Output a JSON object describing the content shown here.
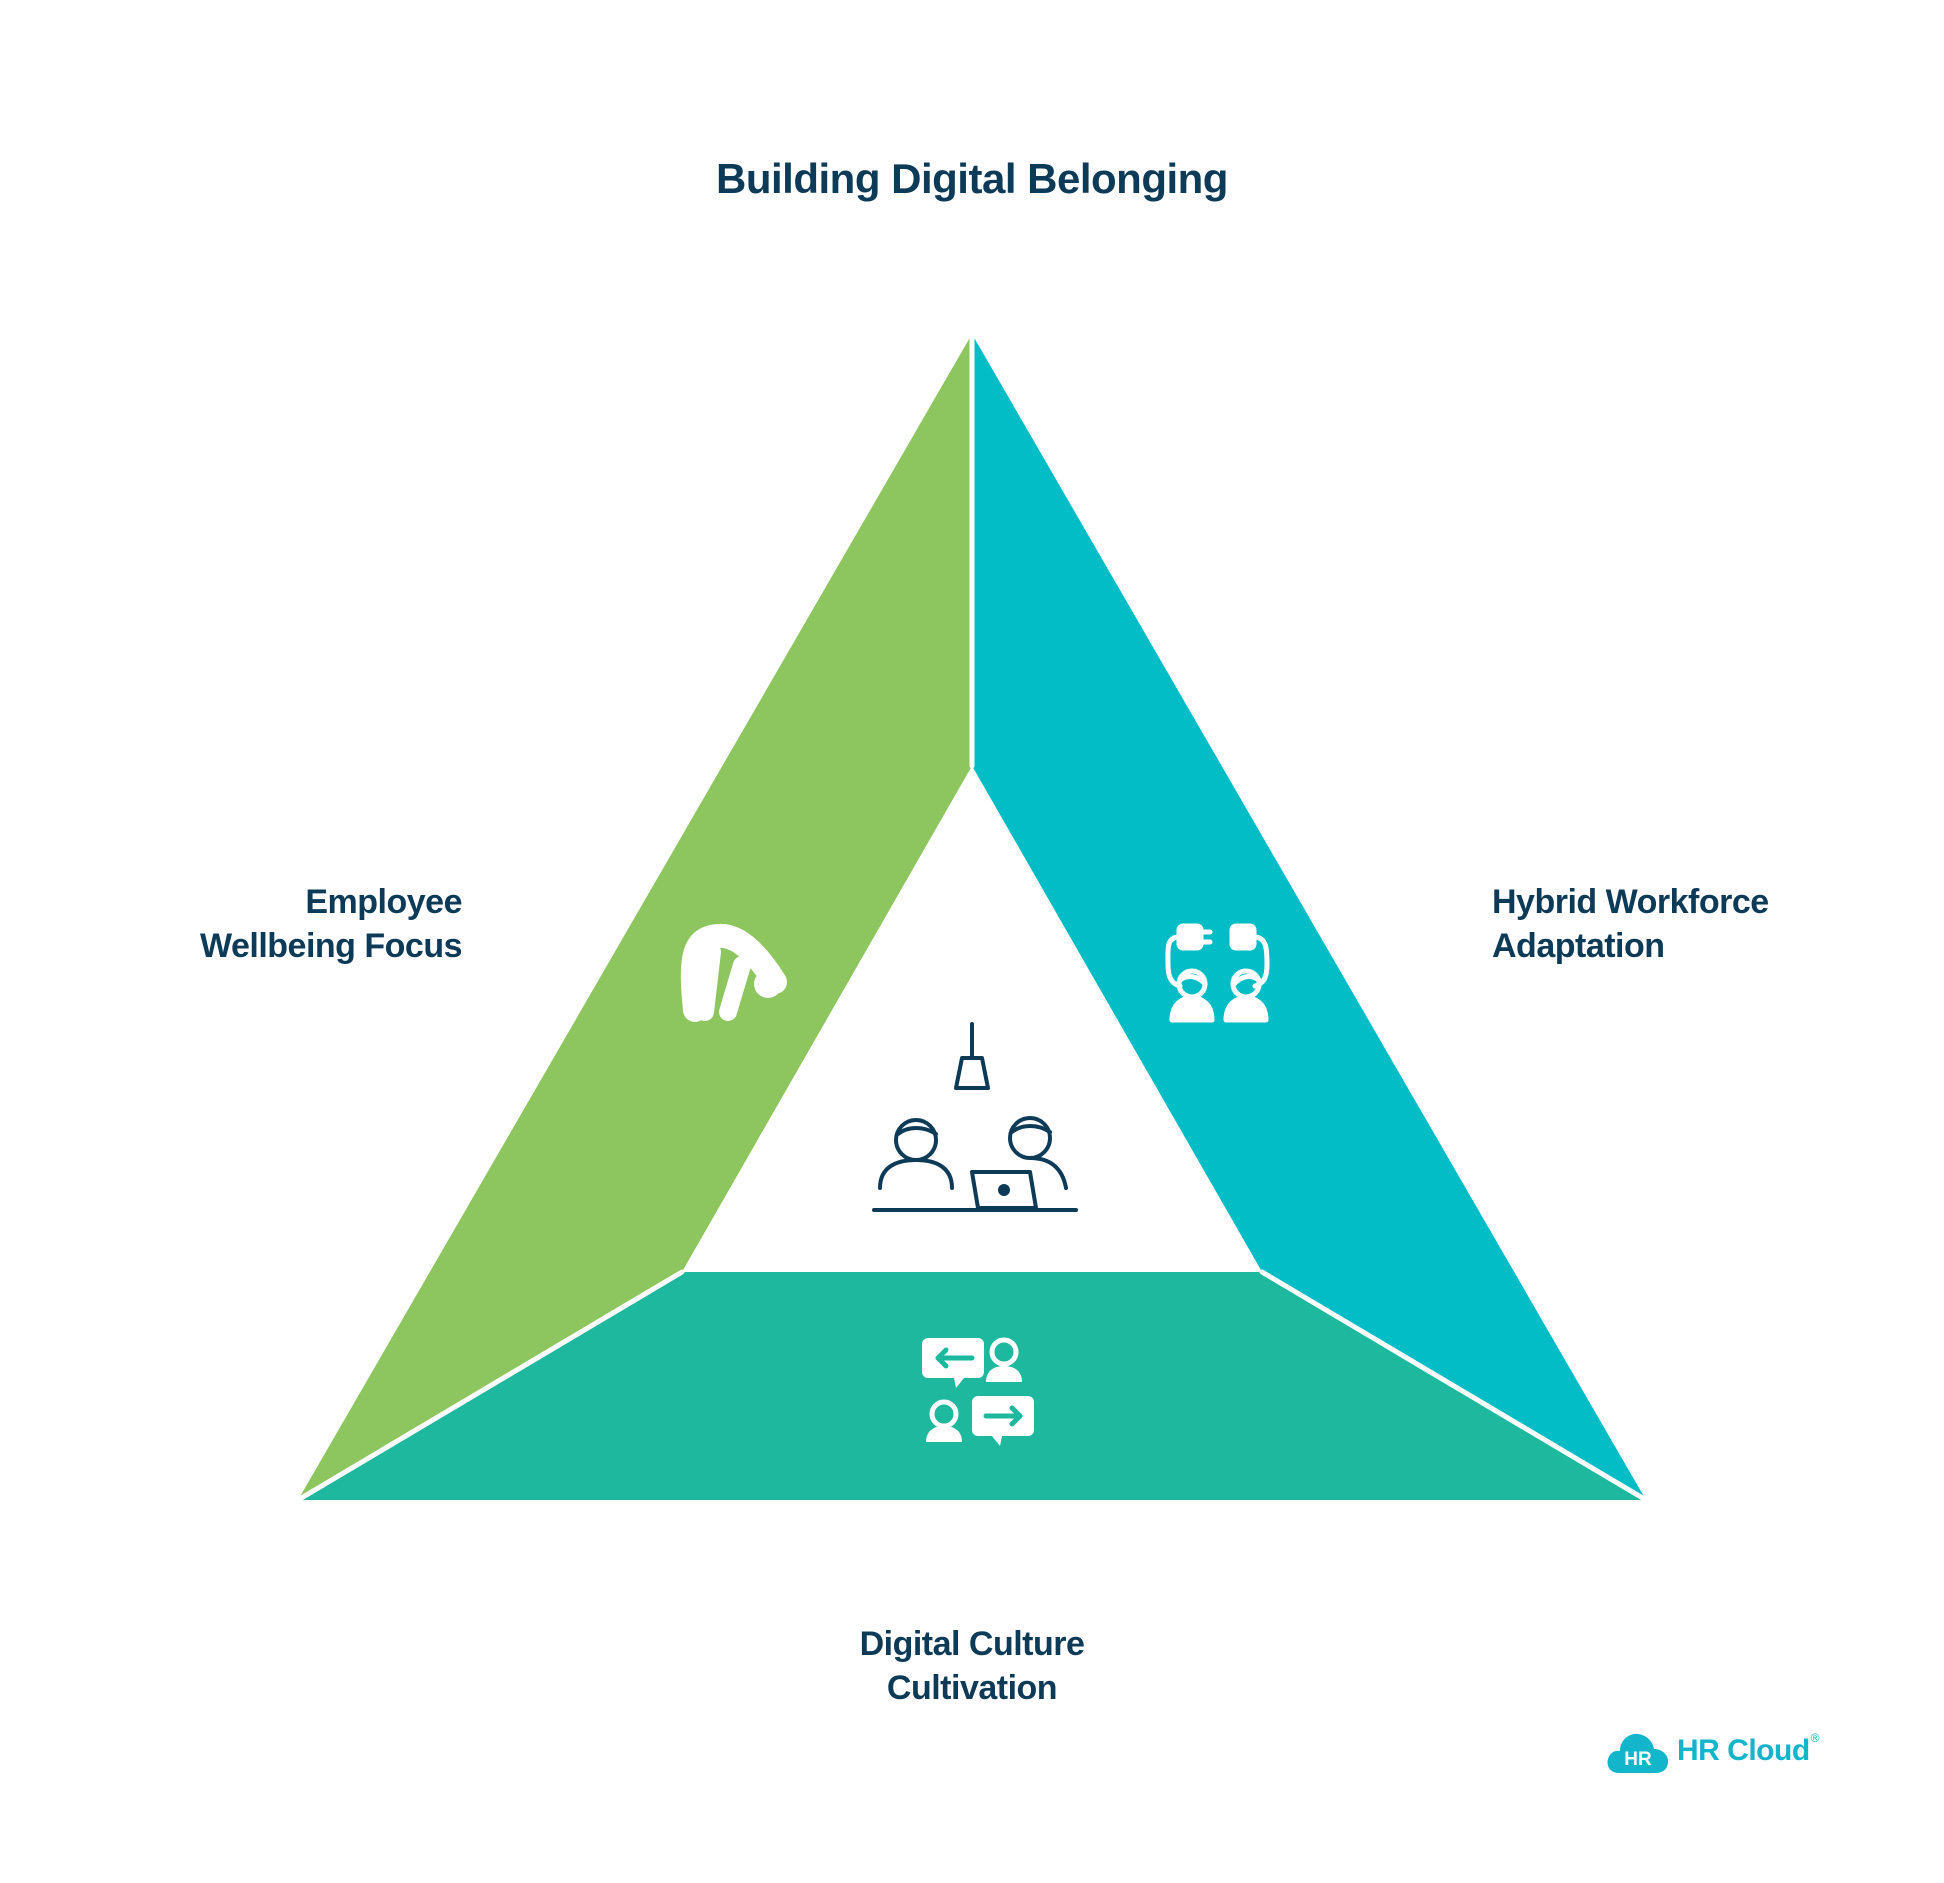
{
  "title": "Building Digital Belonging",
  "segments": [
    {
      "id": "left",
      "label_lines": [
        "Employee",
        "Wellbeing Focus"
      ],
      "color": "#8dc55e",
      "icon": "person-bending-icon"
    },
    {
      "id": "right",
      "label_lines": [
        "Hybrid Workforce",
        "Adaptation"
      ],
      "color": "#02bdc5",
      "icon": "connected-people-icon"
    },
    {
      "id": "bottom",
      "label_lines": [
        "Digital Culture",
        "Cultivation"
      ],
      "color": "#1db89e",
      "icon": "chat-exchange-icon"
    }
  ],
  "center_icon": "meeting-desk-icon",
  "icon_line_color": "#0d3b57",
  "logo": {
    "badge": "HR",
    "text": "HR Cloud",
    "mark": "®",
    "color": "#12b5c9"
  }
}
